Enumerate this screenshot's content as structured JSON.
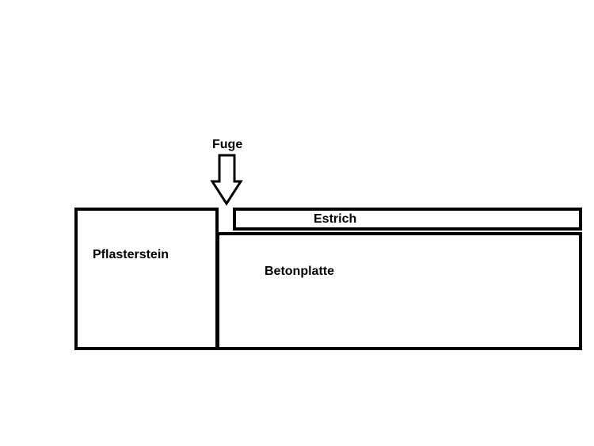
{
  "labels": {
    "fuge": "Fuge",
    "estrich": "Estrich",
    "pflasterstein": "Pflasterstein",
    "betonplatte": "Betonplatte"
  },
  "colors": {
    "stroke": "#000000",
    "background": "#ffffff"
  }
}
